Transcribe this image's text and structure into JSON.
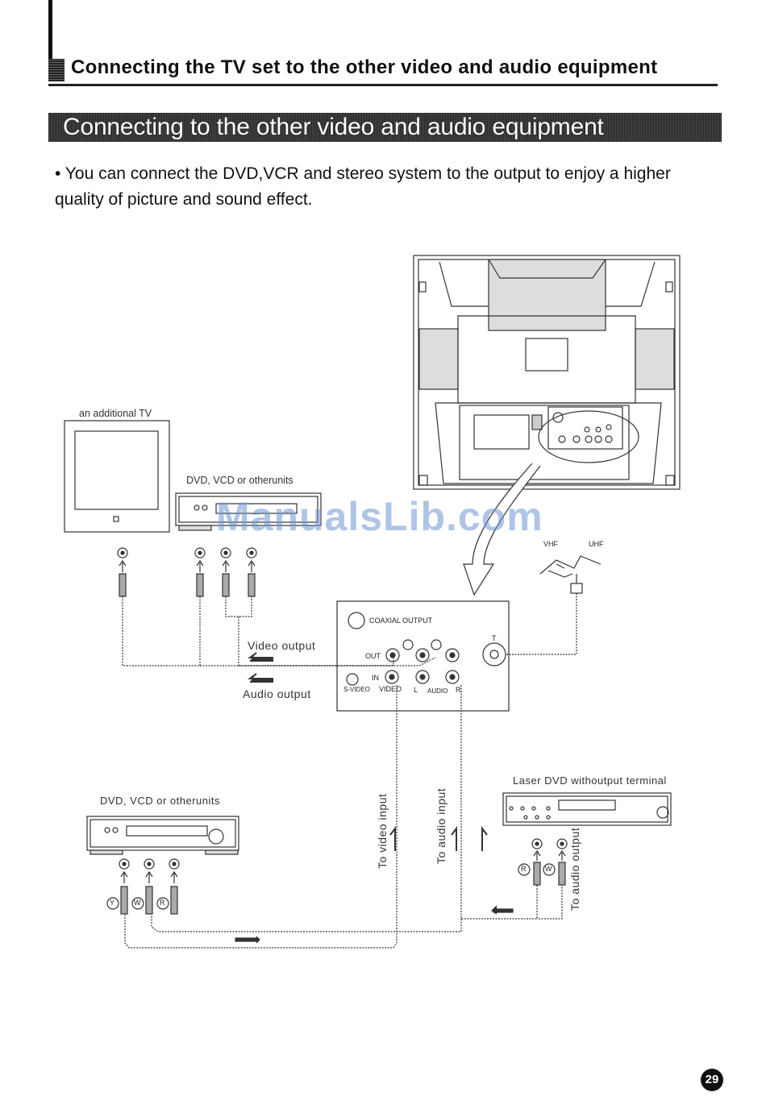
{
  "header": {
    "title": "Connecting the TV set to the other video and audio equipment"
  },
  "section": {
    "banner": "Connecting to the other video and audio equipment",
    "intro": "• You can connect the DVD,VCR and stereo system to the output to enjoy  a higher quality of picture and sound effect."
  },
  "diagram": {
    "additional_tv": "an additional TV",
    "dvd_top": "DVD, VCD or otherunits",
    "vhf": "VHF",
    "uhf": "UHF",
    "coaxial_output": "COAXIAL OUTPUT",
    "out": "OUT",
    "in": "IN",
    "s_video": "S-VIDEO",
    "video": "VIDEO",
    "l": "L",
    "audio": "AUDIO",
    "r": "R",
    "t": "T",
    "video_output": "Video output",
    "audio_output": "Audio output",
    "laser_dvd": "Laser DVD withoutput terminal",
    "dvd_bottom": "DVD, VCD or otherunits",
    "to_video_input": "To video input",
    "to_audio_input": "To audio input",
    "to_audio_output": "To audio output",
    "plug_y": "Y",
    "plug_w": "W",
    "plug_r": "R"
  },
  "watermark": "ManualsLib.com",
  "page_number": "29"
}
